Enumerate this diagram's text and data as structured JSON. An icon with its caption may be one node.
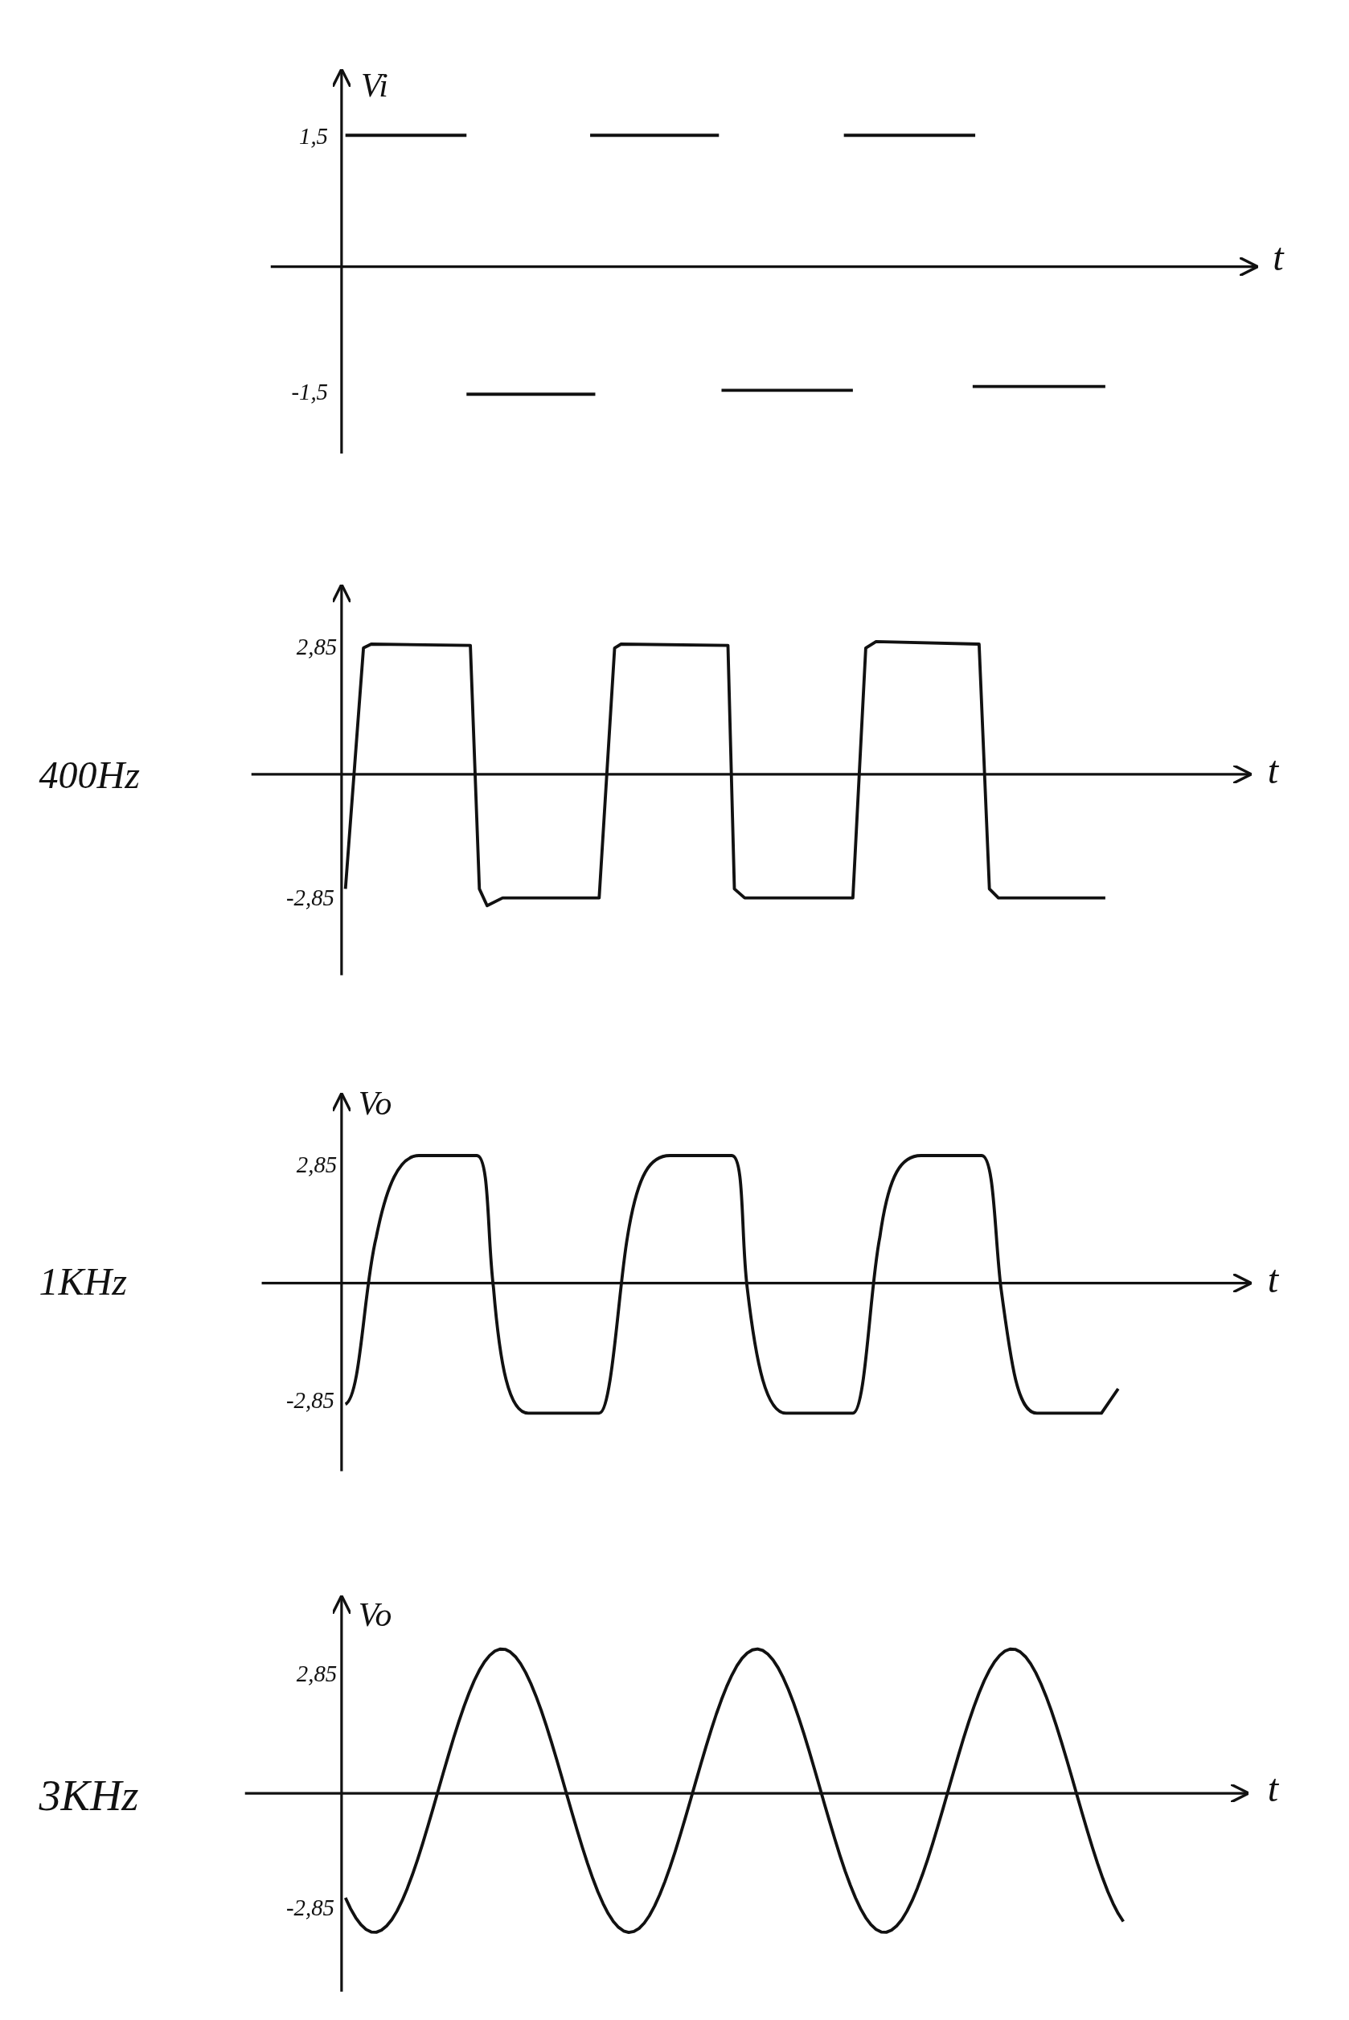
{
  "diagram": {
    "labels": [
      "Vi",
      "1,5",
      "t",
      "-1,5",
      "2,85",
      "400Hz",
      "t",
      "-2,85",
      "Vo",
      "2,85",
      "1KHz",
      "t",
      "-2,85",
      "Vo",
      "2,85",
      "3KHz",
      "t",
      "-2,85"
    ]
  }
}
